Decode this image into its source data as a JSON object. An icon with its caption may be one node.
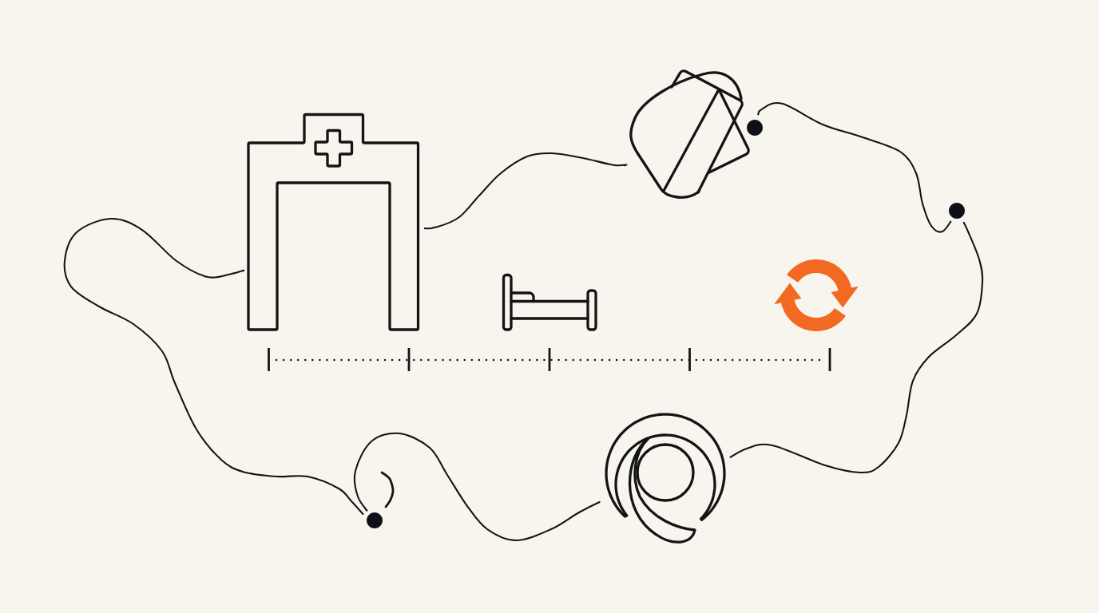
{
  "diagram": {
    "nodes": [
      {
        "text": [],
        "shape": "picture"
      },
      {
        "text": [],
        "shape": "picture"
      },
      {
        "text": [],
        "shape": "circle"
      },
      {
        "text": [],
        "shape": "circle"
      },
      {
        "text": [],
        "shape": "picture"
      },
      {
        "text": [],
        "shape": "picture"
      },
      {
        "text": [],
        "shape": "picture"
      },
      {
        "text": [],
        "shape": "circle"
      }
    ],
    "edges": [
      {
        "from": 0,
        "to": 1,
        "arrow": "none"
      },
      {
        "from": 2,
        "to": 3,
        "arrow": "none"
      },
      {
        "from": 3,
        "to": 6,
        "arrow": "none"
      },
      {
        "from": 6,
        "to": 7,
        "arrow": "none"
      },
      {
        "from": 7,
        "to": 0,
        "arrow": "none"
      }
    ]
  }
}
